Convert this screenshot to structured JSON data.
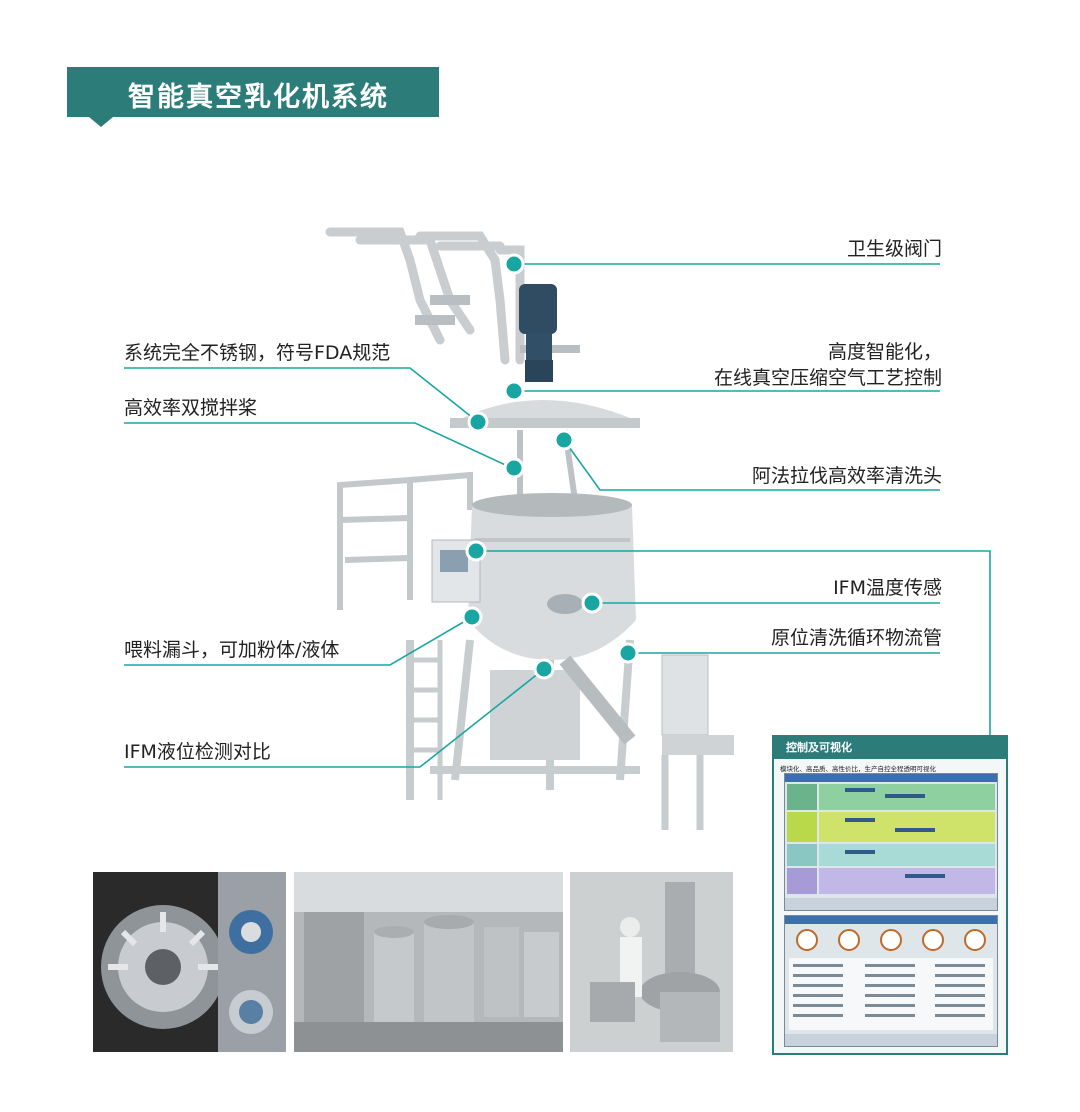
{
  "title": "智能真空乳化机系统",
  "callouts": {
    "sanitary_valve": "卫生级阀门",
    "stainless_steel": "系统完全不锈钢，符号FDA规范",
    "intelligent_1": "高度智能化，",
    "intelligent_2": "在线真空压缩空气工艺控制",
    "dual_stirring": "高效率双搅拌桨",
    "cleaning_head": "阿法拉伐高效率清洗头",
    "ifm_temperature": "IFM温度传感",
    "cip_pipe": "原位清洗循环物流管",
    "feed_hopper": "喂料漏斗，可加粉体/液体",
    "ifm_level": "IFM液位检测对比"
  },
  "panel": {
    "title": "控制及可视化",
    "subtitle": "模块化、高品质、高性价比，生产自控全程透明可视化"
  },
  "colors": {
    "accent": "#2c7d7a",
    "dot": "#19a6a2"
  },
  "icons": [
    "mixer-machine-illustration",
    "homogenizer-rotor-photo",
    "factory-floor-photo",
    "operator-photo",
    "control-screen-1",
    "control-screen-2"
  ]
}
